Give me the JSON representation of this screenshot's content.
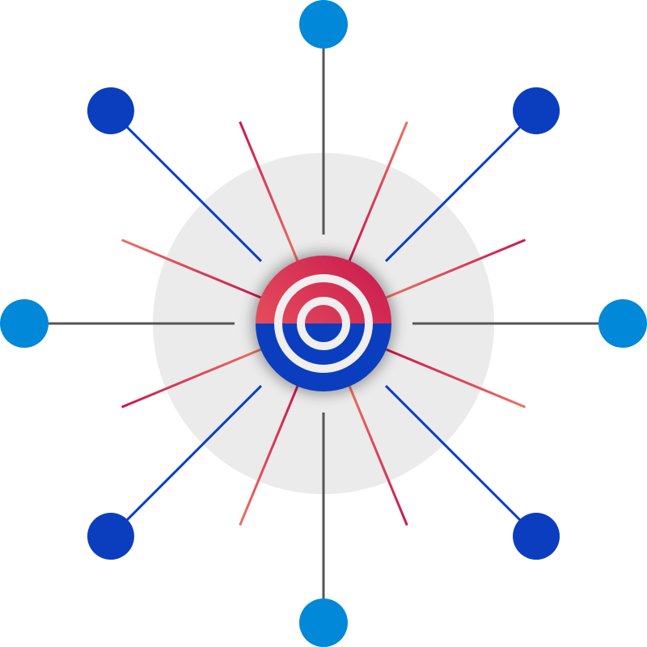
{
  "diagram": {
    "type": "hub-and-spoke",
    "cardinal_node_count": 4,
    "diagonal_node_count": 4,
    "accent_ray_count": 8
  },
  "colors": {
    "background_disc": "#ebebeb",
    "cardinal_node": "#0288d8",
    "cardinal_line": "#555555",
    "diagonal_node": "#0a3ebf",
    "diagonal_line": "#0a3ebf",
    "ray_start": "#c8174f",
    "ray_end": "#ee6f5f",
    "hub_top_start": "#ee6060",
    "hub_top_end": "#c8174f",
    "hub_bottom": "#0a3ebf",
    "hub_ring": "#f0eeee"
  }
}
